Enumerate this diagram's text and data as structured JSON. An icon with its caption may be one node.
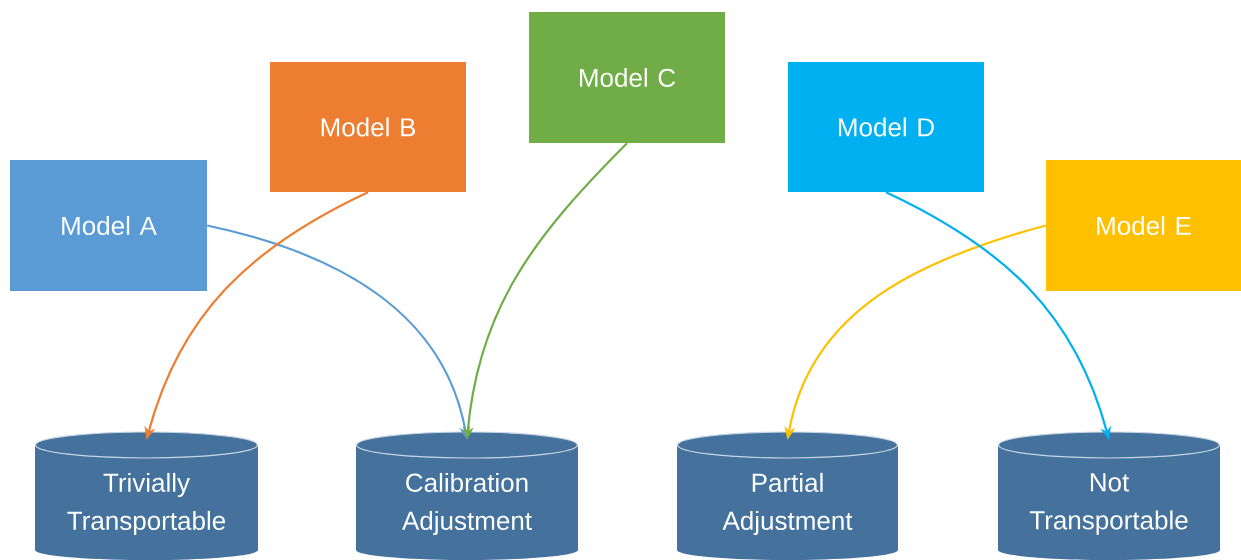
{
  "diagram": {
    "nodes": [
      {
        "text": [
          "Model A"
        ]
      },
      {
        "text": [
          "Model B"
        ]
      },
      {
        "text": [
          "Model C"
        ]
      },
      {
        "text": [
          "Model D"
        ]
      },
      {
        "text": [
          "Model E"
        ]
      },
      {
        "text": [
          "Trivially Transportable"
        ]
      },
      {
        "text": [
          "Calibration Adjustment"
        ]
      },
      {
        "text": [
          "Partial Adjustment"
        ]
      },
      {
        "text": [
          "Not Transportable"
        ]
      }
    ],
    "edges": [
      {
        "from": 0,
        "to": 6,
        "arrow": "to",
        "color": "#5b9bd5"
      },
      {
        "from": 1,
        "to": 5,
        "arrow": "to",
        "color": "#ed7d31"
      },
      {
        "from": 2,
        "to": 6,
        "arrow": "to",
        "color": "#70ad47"
      },
      {
        "from": 4,
        "to": 7,
        "arrow": "to",
        "color": "#ffc000"
      },
      {
        "from": 3,
        "to": 8,
        "arrow": "to",
        "color": "#00b0f0"
      }
    ]
  }
}
